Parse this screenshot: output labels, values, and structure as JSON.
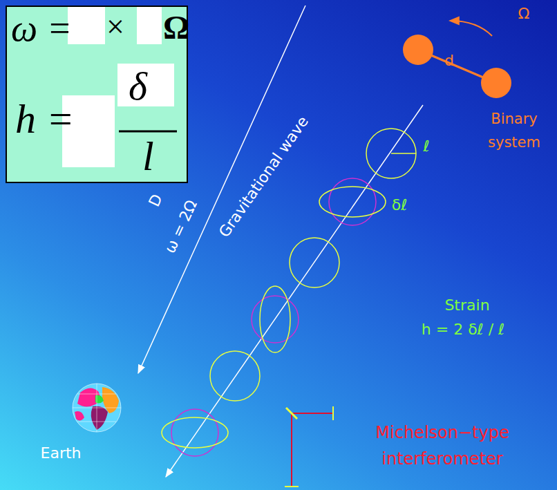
{
  "diagram": {
    "nodes": [
      {
        "text": [
          "ω =",
          "×",
          "Ω",
          "h =",
          "δ",
          "l"
        ]
      }
    ],
    "labels": [
      "Ω",
      "d",
      "Binary system",
      "D",
      "ω = 2Ω",
      "Gravitational wave",
      "ℓ",
      "δℓ",
      "Strain",
      "h = 2 δℓ / ℓ",
      "Michelson−type interferometer",
      "Earth"
    ]
  }
}
